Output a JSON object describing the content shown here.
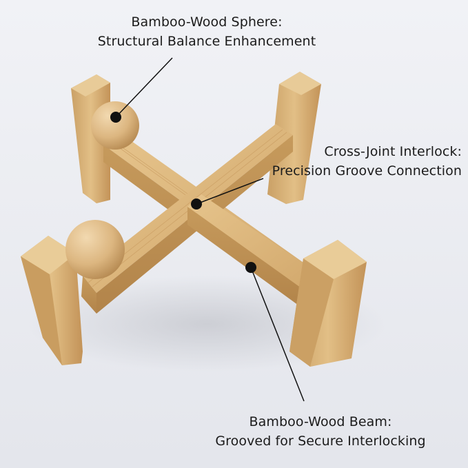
{
  "annotations": {
    "sphere": {
      "title": "Bamboo-Wood Sphere:",
      "subtitle": "Structural Balance Enhancement"
    },
    "cross_joint": {
      "title": "Cross-Joint Interlock:",
      "subtitle": "Precision Groove Connection"
    },
    "beam": {
      "title": "Bamboo-Wood Beam:",
      "subtitle": "Grooved for Secure Interlocking"
    }
  },
  "colors": {
    "background": "#eceef2",
    "bamboo": "#d9b47a",
    "bamboo_dark": "#b8894c",
    "sphere": "#e2c08e",
    "marker": "#111111"
  }
}
